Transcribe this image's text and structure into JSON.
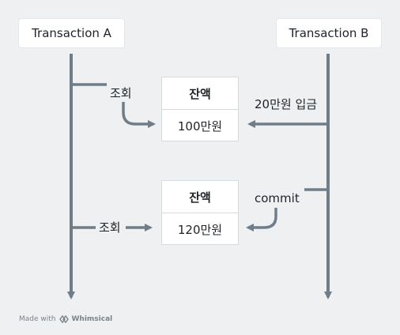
{
  "transactions": {
    "a": "Transaction A",
    "b": "Transaction B"
  },
  "tables": [
    {
      "header": "잔액",
      "value": "100만원"
    },
    {
      "header": "잔액",
      "value": "120만원"
    }
  ],
  "edge_labels": {
    "read_1": "조회",
    "deposit": "20만원 입금",
    "commit": "commit",
    "read_2": "조회"
  },
  "footer": {
    "made_with": "Made with",
    "brand": "Whimsical"
  },
  "colors": {
    "line": "#6f7d89",
    "background": "#eef0f2"
  }
}
